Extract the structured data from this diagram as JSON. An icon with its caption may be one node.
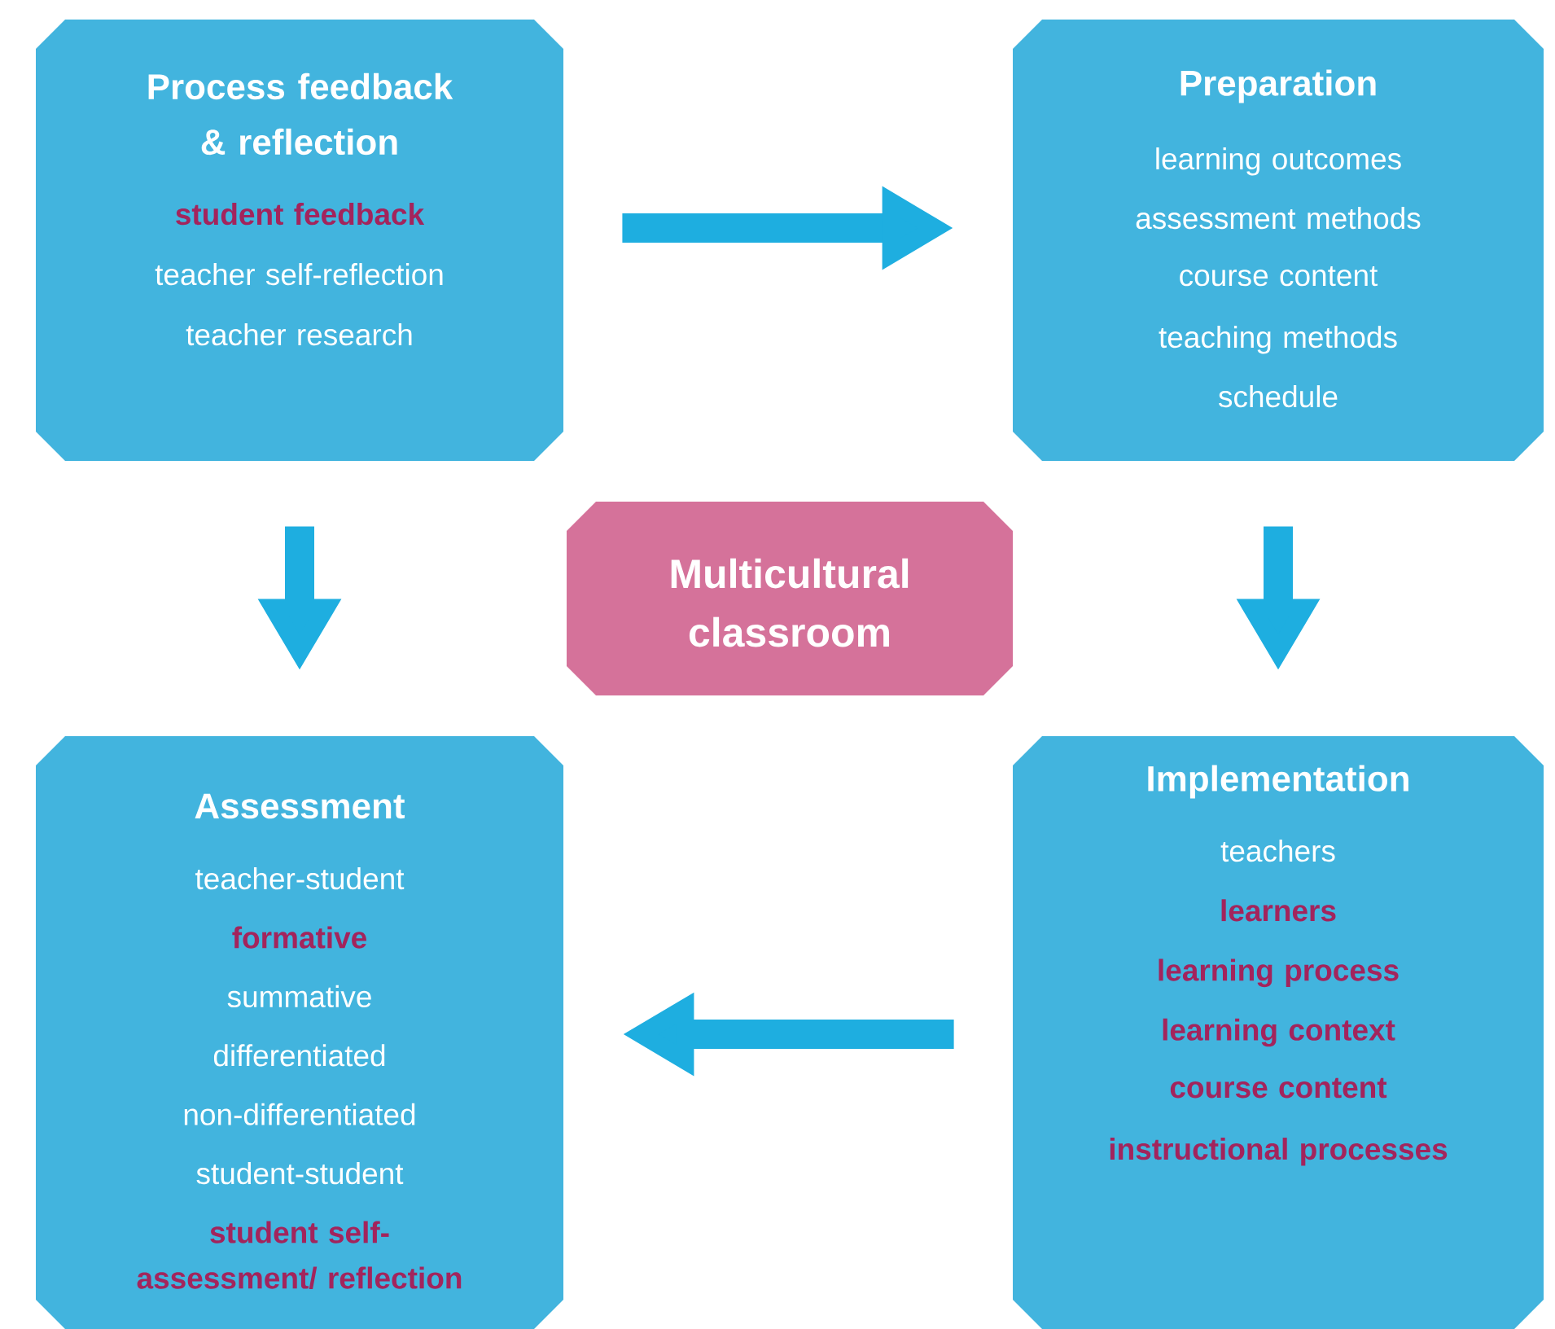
{
  "diagram": {
    "nodes": [
      {
        "text": [
          "Process feedback & reflection",
          "**student feedback**",
          "teacher self-reflection",
          "teacher research"
        ]
      },
      {
        "text": [
          "Preparation",
          "learning outcomes",
          "assessment methods",
          "course content",
          "teaching methods",
          "schedule"
        ]
      },
      {
        "text": [
          "Multicultural classroom"
        ]
      },
      {
        "text": [
          "Implementation",
          "teachers",
          "**learners**",
          "**learning process**",
          "**learning context**",
          "**course content**",
          "**instructional processes**"
        ]
      },
      {
        "text": [
          "Assessment",
          "teacher-student",
          "**formative**",
          "summative",
          "differentiated",
          "non-differentiated",
          "student-student",
          "**student self-assessment/ reflection**"
        ]
      }
    ],
    "edges": [
      {
        "from": 0,
        "to": 1,
        "arrow": "to"
      },
      {
        "from": 1,
        "to": 3,
        "arrow": "to"
      },
      {
        "from": 3,
        "to": 4,
        "arrow": "to"
      },
      {
        "from": 0,
        "to": 4,
        "arrow": "to"
      }
    ]
  }
}
